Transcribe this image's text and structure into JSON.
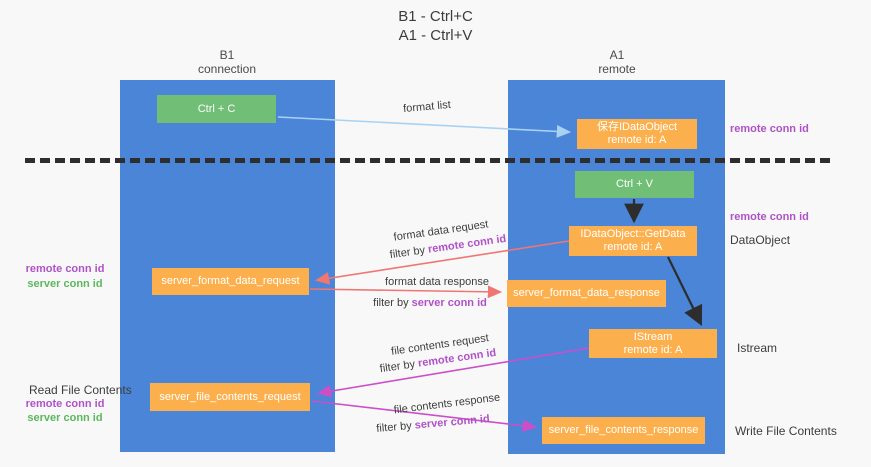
{
  "title": {
    "line1": "B1 - Ctrl+C",
    "line2": "A1 - Ctrl+V"
  },
  "lifelines": {
    "left": {
      "name": "B1",
      "subtitle": "connection"
    },
    "right": {
      "name": "A1",
      "subtitle": "remote"
    }
  },
  "nodes": {
    "ctrl_c": {
      "label": "Ctrl + C"
    },
    "save_dataobject": {
      "line1": "保存IDataObject",
      "line2": "remote id: A"
    },
    "ctrl_v": {
      "label": "Ctrl + V"
    },
    "getdata": {
      "line1": "IDataObject::GetData",
      "line2": "remote id: A"
    },
    "format_request": {
      "label": "server_format_data_request"
    },
    "format_response": {
      "label": "server_format_data_response"
    },
    "istream": {
      "line1": "IStream",
      "line2": "remote id: A"
    },
    "file_request": {
      "label": "server_file_contents_request"
    },
    "file_response": {
      "label": "server_file_contents_response"
    }
  },
  "edge_labels": {
    "format_list": "format list",
    "format_data_request": "format data request",
    "format_data_request_filter_prefix": "filter by ",
    "format_data_request_filter_key": "remote conn id",
    "format_data_response": "format data response",
    "format_data_response_filter_prefix": "filter by ",
    "format_data_response_filter_key": "server conn id",
    "file_contents_request": "file contents request",
    "file_contents_request_filter_prefix": "filter by ",
    "file_contents_request_filter_key": "remote conn id",
    "file_contents_response": "file contents response",
    "file_contents_response_filter_prefix": "filter by ",
    "file_contents_response_filter_key": "server conn id"
  },
  "annotations": {
    "right": {
      "remote_conn_id_top": "remote conn id",
      "remote_conn_id_mid": "remote conn id",
      "dataobject": "DataObject",
      "istream": "Istream",
      "write_file_contents": "Write File Contents"
    },
    "left": {
      "remote_conn_id_1": "remote conn id",
      "server_conn_id_1": "server conn id",
      "read_file_contents": "Read File Contents",
      "remote_conn_id_2": "remote conn id",
      "server_conn_id_2": "server conn id"
    }
  },
  "colors": {
    "lifeline_blue": "#4a85d8",
    "node_orange": "#fbb04d",
    "node_green": "#71bf77",
    "accent_purple": "#b052c7",
    "accent_green": "#5cb85c",
    "arrow_salmon": "#ef7672",
    "arrow_magenta": "#ca4fc9",
    "arrow_lightblue": "#a9d2f2",
    "arrow_black": "#2d2d2d"
  }
}
